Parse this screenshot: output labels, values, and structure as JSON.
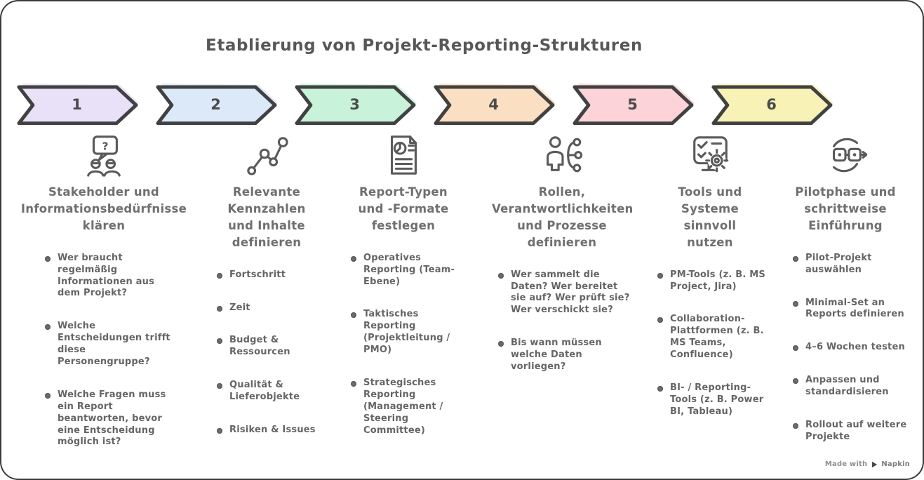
{
  "title": "Etablierung von Projekt-Reporting-Strukturen",
  "colors": {
    "outline": "#414141",
    "icon_stroke": "#5a5a5a",
    "title_text": "#575757",
    "heading_text": "#6f6f6f",
    "body_text": "#656565"
  },
  "steps": [
    {
      "number": "1",
      "fill": "#e9e1f7",
      "icon": "stakeholder-discussion-icon",
      "heading": "Stakeholder und Informationsbedürfnisse klären",
      "bullets": [
        "Wer braucht regelmäßig Informationen aus dem Projekt?",
        "Welche Entscheidungen trifft diese Personengruppe?",
        "Welche Fragen muss ein Report beantworten, bevor eine Entscheidung möglich ist?"
      ]
    },
    {
      "number": "2",
      "fill": "#dbe9f9",
      "icon": "metrics-line-chart-icon",
      "heading": "Relevante Kennzahlen und Inhalte definieren",
      "bullets": [
        "Fortschritt",
        "Zeit",
        "Budget & Ressourcen",
        "Qualität & Lieferobjekte",
        "Risiken & Issues"
      ]
    },
    {
      "number": "3",
      "fill": "#c8f2da",
      "icon": "report-document-icon",
      "heading": "Report-Typen und -Formate festlegen",
      "bullets": [
        "Operatives Reporting (Team-Ebene)",
        "Taktisches Reporting (Projektleitung / PMO)",
        "Strategisches Reporting (Management / Steering Committee)"
      ]
    },
    {
      "number": "4",
      "fill": "#fbdfc2",
      "icon": "roles-hierarchy-icon",
      "heading": "Rollen, Verantwortlichkeiten und Prozesse definieren",
      "bullets": [
        "Wer sammelt die Daten? Wer bereitet sie auf? Wer prüft sie? Wer verschickt sie?",
        "Bis wann müssen welche Daten vorliegen?"
      ]
    },
    {
      "number": "5",
      "fill": "#fbd3d9",
      "icon": "tools-system-icon",
      "heading": "Tools und Systeme sinnvoll nutzen",
      "bullets": [
        "PM-Tools (z. B. MS Project, Jira)",
        "Collaboration-Plattformen (z. B. MS Teams, Confluence)",
        "BI- / Reporting-Tools (z. B. Power BI, Tableau)"
      ]
    },
    {
      "number": "6",
      "fill": "#f8f2b7",
      "icon": "pilot-rollout-icon",
      "heading": "Pilotphase und schrittweise Einführung",
      "bullets": [
        "Pilot-Projekt auswählen",
        "Minimal-Set an Reports definieren",
        "4–6 Wochen testen",
        "Anpassen und standardisieren",
        "Rollout auf weitere Projekte"
      ]
    }
  ],
  "footer": {
    "made_with_label": "Made with",
    "brand": "Napkin"
  }
}
